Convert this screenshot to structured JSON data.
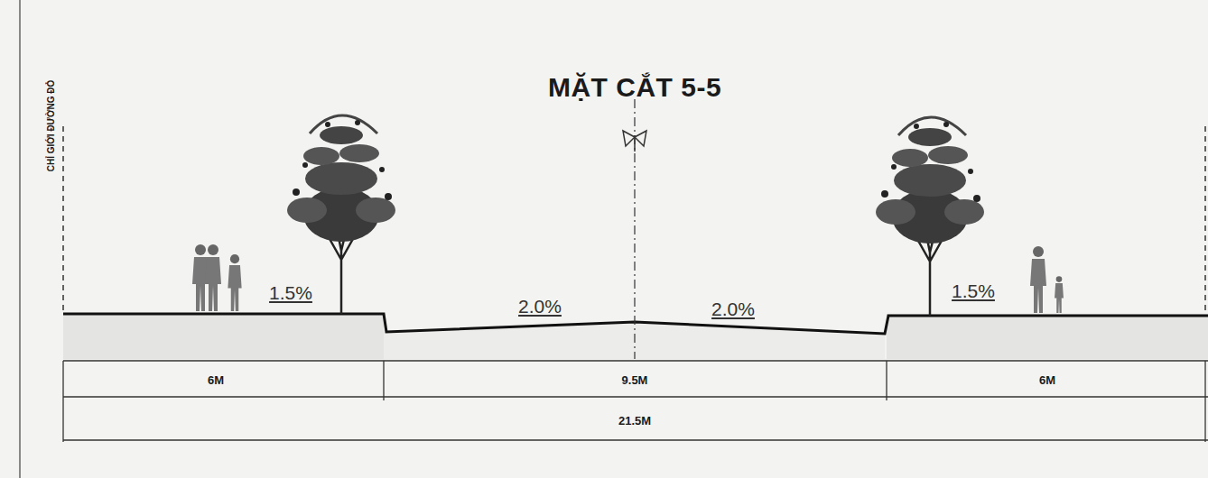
{
  "diagram": {
    "title": "MẶT CẮT 5-5",
    "labels": [
      "CHỈ GIỚI ĐƯỜNG ĐỎ",
      "1.5%",
      "2.0%",
      "2.0%",
      "1.5%",
      "6M",
      "9.5M",
      "6M",
      "21.5M"
    ]
  }
}
